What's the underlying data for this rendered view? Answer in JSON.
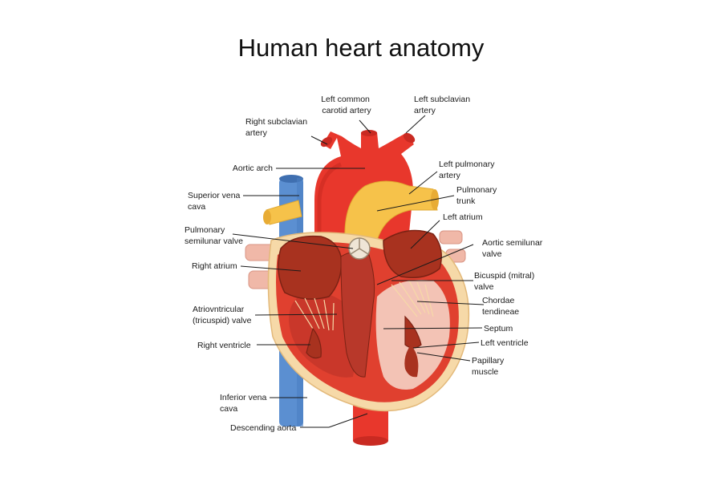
{
  "title": "Human heart anatomy",
  "labels": {
    "left_common_carotid": [
      "Left common",
      "carotid artery"
    ],
    "left_subclavian": [
      "Left subclavian",
      "artery"
    ],
    "right_subclavian": [
      "Right subclavian",
      "artery"
    ],
    "aortic_arch": [
      "Aortic arch"
    ],
    "left_pulmonary_artery": [
      "Left pulmonary",
      "artery"
    ],
    "superior_vena_cava": [
      "Superior vena",
      "cava"
    ],
    "pulmonary_trunk": [
      "Pulmonary",
      "trunk"
    ],
    "left_atrium": [
      "Left atrium"
    ],
    "pulmonary_semilunar_valve": [
      "Pulmonary",
      "semilunar valve"
    ],
    "aortic_semilunar_valve": [
      "Aortic semilunar",
      "valve"
    ],
    "right_atrium": [
      "Right atrium"
    ],
    "bicuspid_valve": [
      "Bicuspid (mitral)",
      "valve"
    ],
    "chordae_tendineae": [
      "Chordae",
      "tendineae"
    ],
    "tricuspid_valve": [
      "Atriovntricular",
      "(tricuspid) valve"
    ],
    "septum": [
      "Septum"
    ],
    "right_ventricle": [
      "Right ventricle"
    ],
    "left_ventricle": [
      "Left ventricle"
    ],
    "papillary_muscle": [
      "Papillary",
      "muscle"
    ],
    "inferior_vena_cava": [
      "Inferior vena",
      "cava"
    ],
    "descending_aorta": [
      "Descending aorta"
    ]
  },
  "colors": {
    "aorta": "#e8372c",
    "aorta_dark": "#c92a22",
    "vena_cava": "#5b8fd1",
    "vena_cava_dark": "#3f6fb0",
    "pulmonary": "#f6c24a",
    "muscle": "#a8321f",
    "muscle_dark": "#7c2214",
    "wall": "#e0402f",
    "pericardium": "#f6d9a8",
    "inner_left": "#f3c3b5",
    "vessel_pink": "#f0b8a8"
  }
}
